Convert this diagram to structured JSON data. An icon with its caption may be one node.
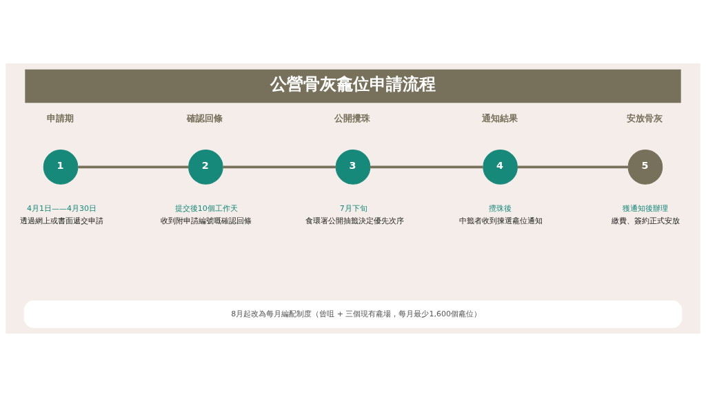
{
  "diagram": {
    "title": "公營骨灰龕位申請流程",
    "nodes": [
      {
        "text": [
          "1"
        ],
        "beside": [
          "申請期",
          "4月1日——4月30日",
          "透過網上或書面遞交申請"
        ]
      },
      {
        "text": [
          "2"
        ],
        "beside": [
          "確認回條",
          "提交後10個工作天",
          "收到附申請編號嘅確認回條"
        ]
      },
      {
        "text": [
          "3"
        ],
        "beside": [
          "公開攪珠",
          "7月下旬",
          "食環署公開抽籤決定優先次序"
        ]
      },
      {
        "text": [
          "4"
        ],
        "beside": [
          "通知結果",
          "攪珠後",
          "中籤者收到揀選龕位通知"
        ]
      },
      {
        "text": [
          "5"
        ],
        "beside": [
          "安放骨灰",
          "獲通知後辦理",
          "繳費、簽約正式安放"
        ]
      }
    ],
    "edges": [
      {
        "from": 0,
        "to": 1,
        "arrow": "none"
      },
      {
        "from": 1,
        "to": 2,
        "arrow": "none"
      },
      {
        "from": 2,
        "to": 3,
        "arrow": "none"
      },
      {
        "from": 3,
        "to": 4,
        "arrow": "none"
      }
    ],
    "labels": [
      "8月起改為每月編配制度（曾咀 + 三個現有龕場，每月最少1,600個龕位）"
    ]
  }
}
